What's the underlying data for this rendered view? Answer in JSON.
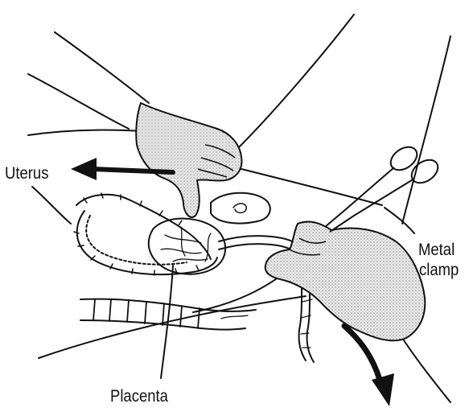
{
  "labels": {
    "uterus": "Uterus",
    "placenta": "Placenta",
    "metal_line1": "Metal",
    "metal_line2": "clamp"
  },
  "icons": {
    "left_arrow": "left-arrow-icon",
    "down_arrow": "curved-down-arrow-icon",
    "clamp": "clamp-icon"
  },
  "colors": {
    "ink": "#111111",
    "glove_fill": "#d9d9d9",
    "background": "#ffffff"
  }
}
